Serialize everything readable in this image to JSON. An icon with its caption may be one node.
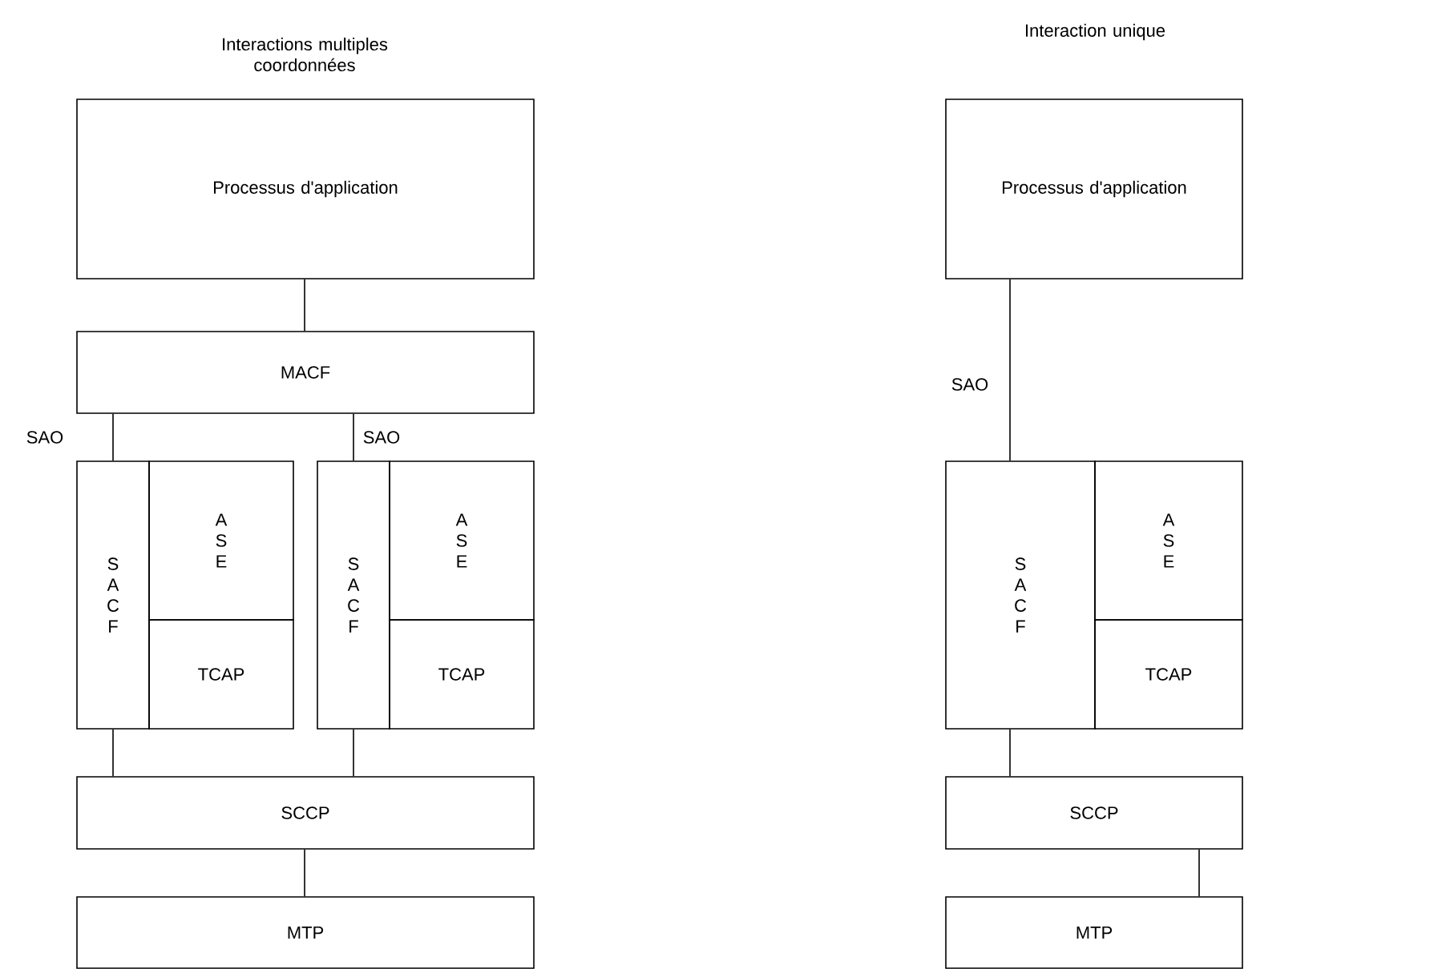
{
  "diagram": {
    "nodes": [
      {
        "text": [
          "Processus d'application"
        ]
      },
      {
        "text": [
          "MACF"
        ]
      },
      {
        "text": [
          "S A C F"
        ]
      },
      {
        "text": [
          "A S E"
        ]
      },
      {
        "text": [
          "TCAP"
        ]
      },
      {
        "text": [
          "S A C F"
        ]
      },
      {
        "text": [
          "A S E"
        ]
      },
      {
        "text": [
          "TCAP"
        ]
      },
      {
        "text": [
          "SCCP"
        ]
      },
      {
        "text": [
          "MTP"
        ]
      },
      {
        "text": [
          "Processus d'application"
        ]
      },
      {
        "text": [
          "S A C F"
        ]
      },
      {
        "text": [
          "A S E"
        ]
      },
      {
        "text": [
          "TCAP"
        ]
      },
      {
        "text": [
          "SCCP"
        ]
      },
      {
        "text": [
          "MTP"
        ]
      }
    ],
    "edges": [
      {
        "from": 0,
        "to": 1,
        "arrow": "none"
      },
      {
        "from": 1,
        "to": 2,
        "arrow": "none",
        "label": "SAO"
      },
      {
        "from": 1,
        "to": 5,
        "arrow": "none",
        "label": "SAO"
      },
      {
        "from": 2,
        "to": 8,
        "arrow": "none"
      },
      {
        "from": 5,
        "to": 8,
        "arrow": "none"
      },
      {
        "from": 8,
        "to": 9,
        "arrow": "none"
      },
      {
        "from": 10,
        "to": 11,
        "arrow": "none",
        "label": "SAO"
      },
      {
        "from": 11,
        "to": 14,
        "arrow": "none"
      },
      {
        "from": 14,
        "to": 15,
        "arrow": "none"
      }
    ],
    "labels": [
      "Interactions multiples coordonnées",
      "Interaction unique"
    ]
  }
}
